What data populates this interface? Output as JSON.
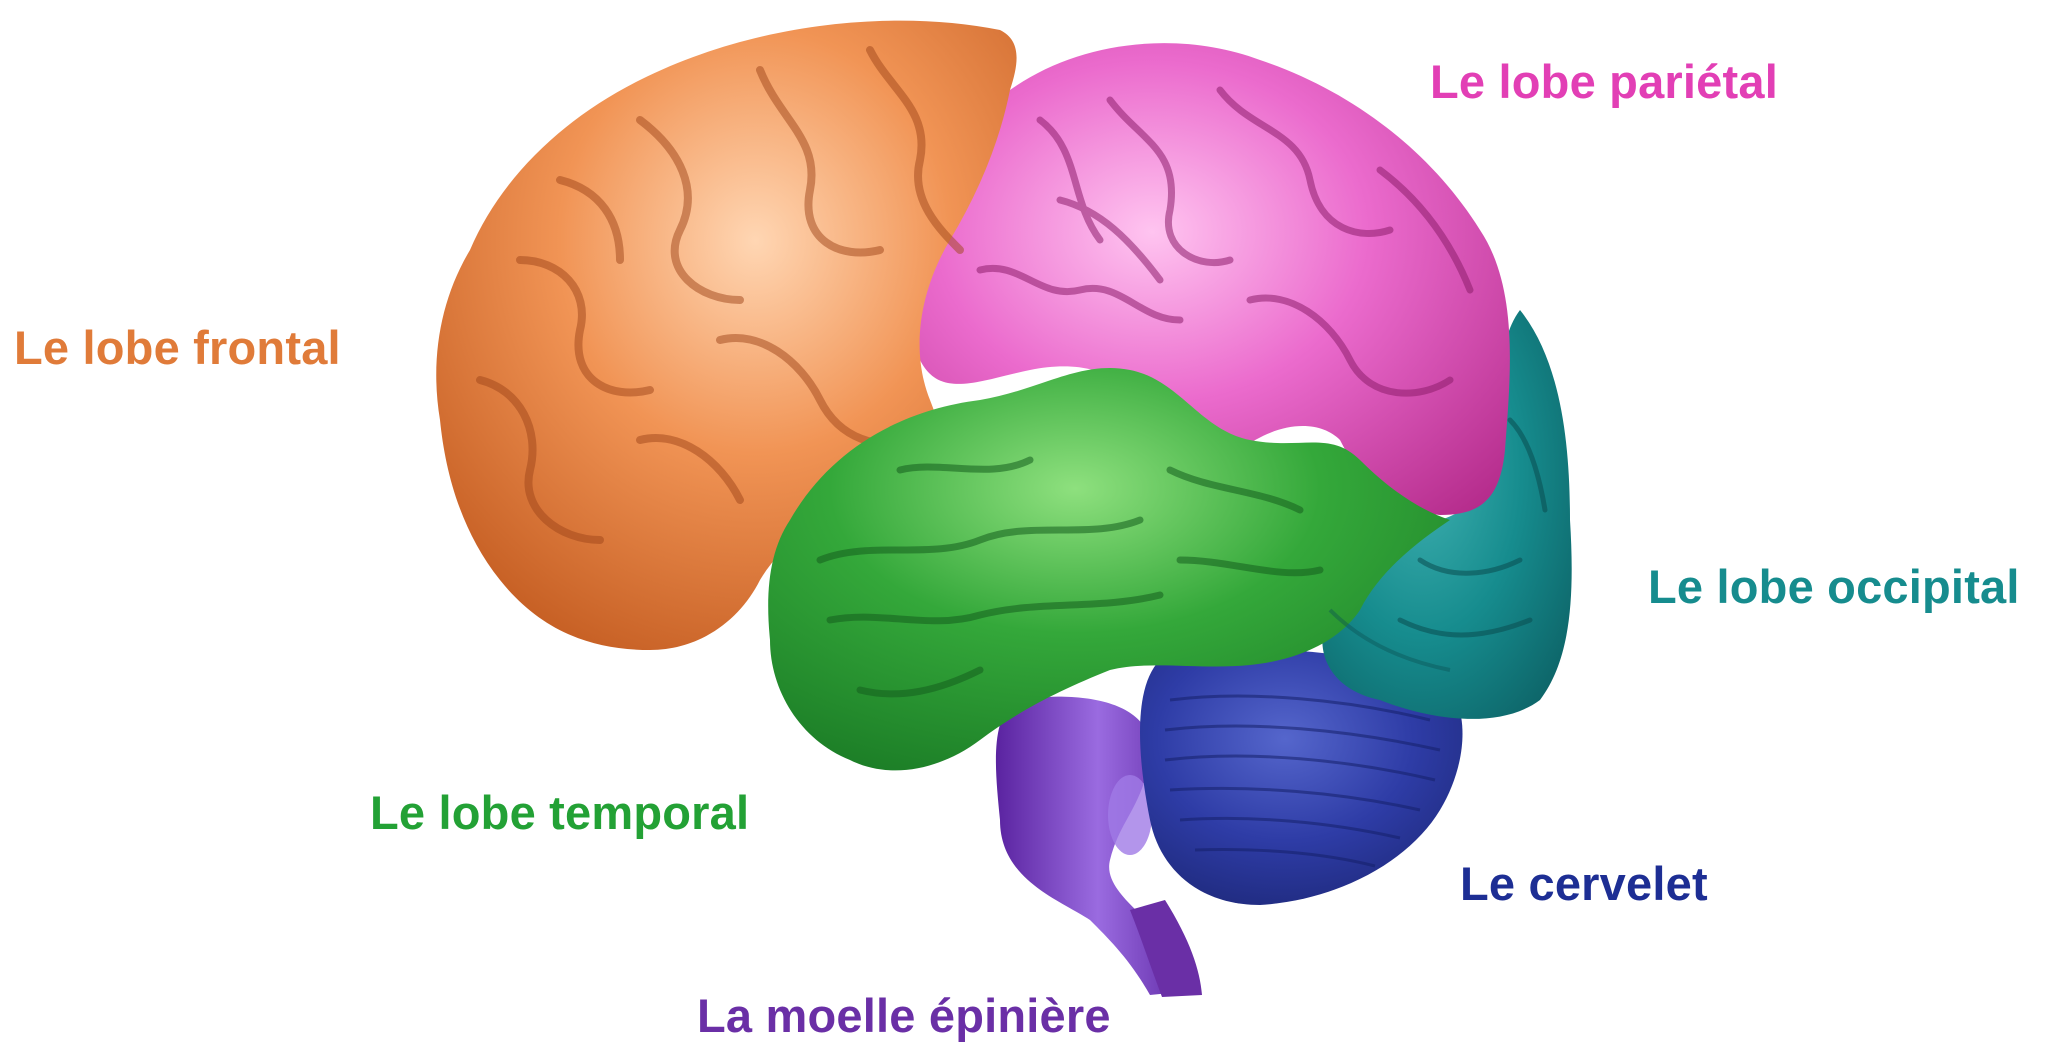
{
  "labels": {
    "frontal": "Le lobe frontal",
    "parietal": "Le lobe pariétal",
    "occipital": "Le lobe occipital",
    "temporal": "Le lobe temporal",
    "cervelet": "Le cervelet",
    "moelle": "La moelle épinière"
  },
  "colors": {
    "frontal": "#E07B39",
    "parietal": "#E23FB5",
    "occipital": "#168C8E",
    "temporal": "#23A135",
    "cervelet": "#1D2E94",
    "moelle": "#6A2FA6"
  }
}
